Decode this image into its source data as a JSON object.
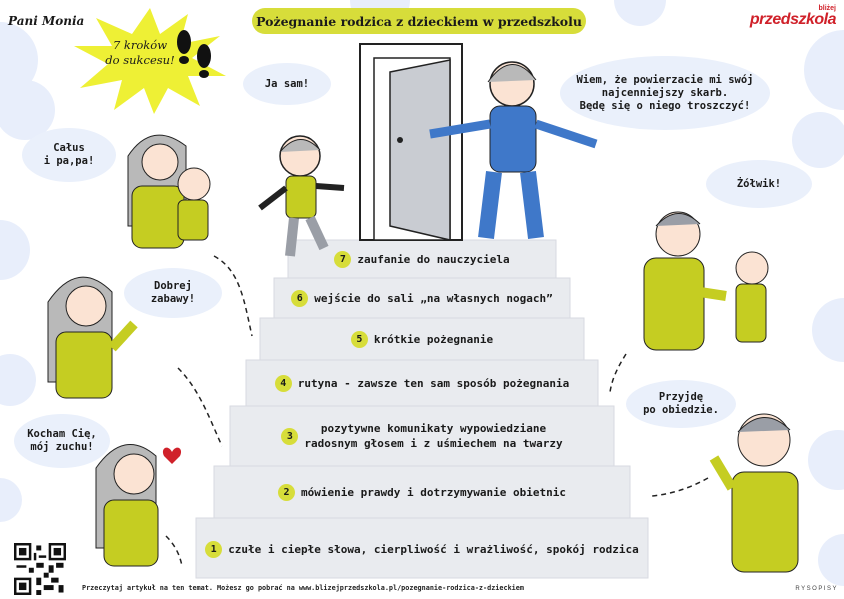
{
  "brand": "Pani Monia",
  "title": "Pożegnanie rodzica z dzieckiem w przedszkolu",
  "logo": {
    "top": "bliżej",
    "main": "przedszkola"
  },
  "star_badge": "7 kroków\ndo sukcesu!",
  "bubbles": {
    "ja_sam": "Ja sam!",
    "teacher": "Wiem, że powierzacie mi swój\nnajcenniejszy skarb.\nBędę się o niego troszczyć!",
    "calus": "Całus\ni pa,pa!",
    "zolwik": "Żółwik!",
    "dobrej": "Dobrej\nzabawy!",
    "przyjde": "Przyjdę\npo obiedzie.",
    "kocham": "Kocham Cię,\nmój zuchu!"
  },
  "steps": [
    {
      "num": "7",
      "text": "zaufanie do nauczyciela"
    },
    {
      "num": "6",
      "text": "wejście do sali „na własnych nogach”"
    },
    {
      "num": "5",
      "text": "krótkie pożegnanie"
    },
    {
      "num": "4",
      "text": "rutyna - zawsze ten sam sposób pożegnania"
    },
    {
      "num": "3",
      "text": "pozytywne komunikaty wypowiedziane\nradosnym głosem i z uśmiechem na twarzy"
    },
    {
      "num": "2",
      "text": "mówienie prawdy i dotrzymywanie obietnic"
    },
    {
      "num": "1",
      "text": "czułe i ciepłe słowa, cierpliwość i wrażliwość, spokój rodzica"
    }
  ],
  "footer": "Przeczytaj artykuł na ten temat. Możesz go pobrać na www.blizejprzedszkola.pl/pozegnanie-rodzica-z-dzieckiem",
  "signature": "RYSOPISY",
  "colors": {
    "accent": "#d7dd3a",
    "stairs": "#e9ebef",
    "bubble": "#eaf0fb",
    "shirt": "#c5cd22",
    "teacher_shirt": "#3f78c9",
    "logo": "#d0212a"
  }
}
